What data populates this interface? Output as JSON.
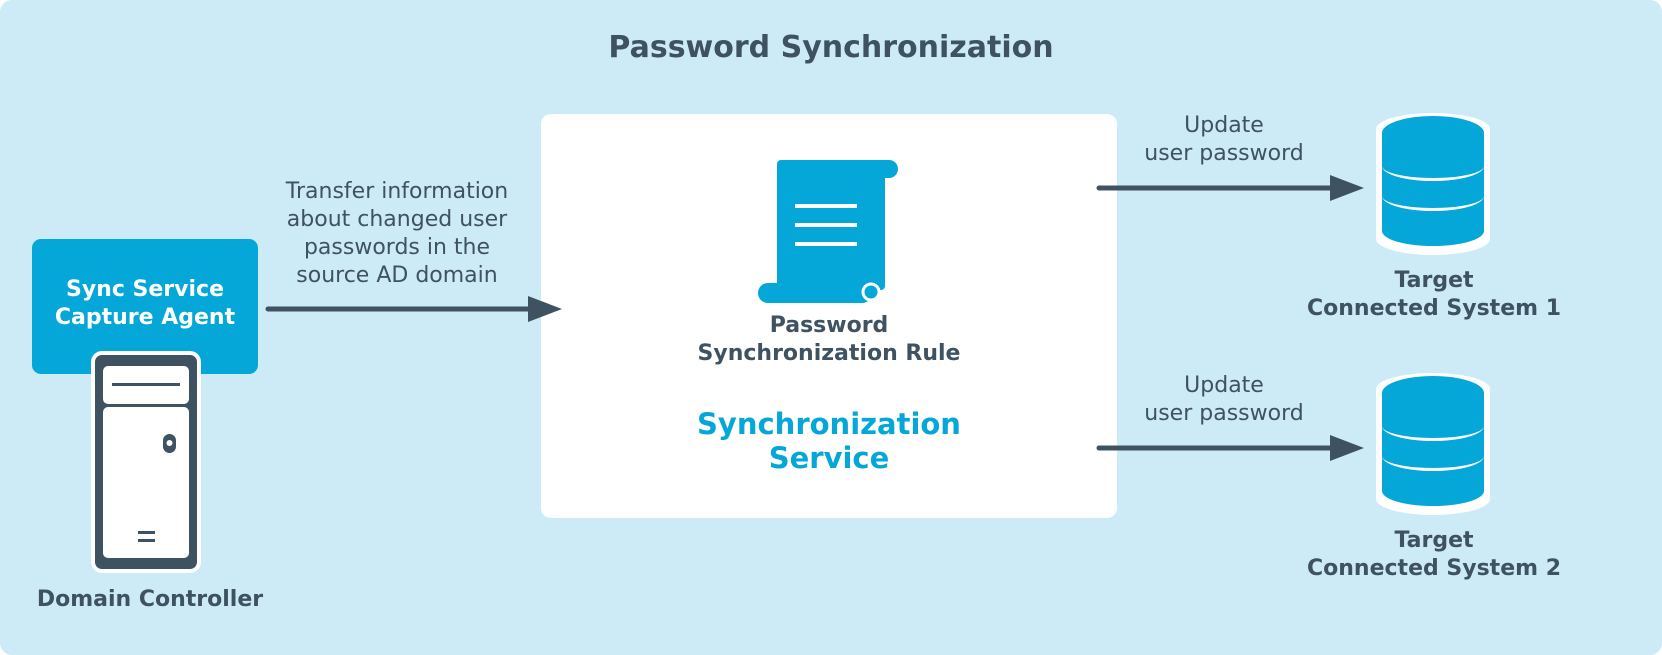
{
  "diagram": {
    "title": "Password Synchronization",
    "capture_agent": {
      "label_line1": "Sync Service",
      "label_line2": "Capture Agent"
    },
    "domain_controller": {
      "label": "Domain Controller",
      "icon": "server-tower-icon"
    },
    "transfer_note": {
      "line1": "Transfer information",
      "line2": "about changed user",
      "line3": "passwords in the",
      "line4": "source AD domain"
    },
    "sync_service": {
      "rule_line1": "Password",
      "rule_line2": "Synchronization Rule",
      "rule_icon": "scroll-document-icon",
      "name_line1": "Synchronization",
      "name_line2": "Service"
    },
    "targets": [
      {
        "update_line1": "Update",
        "update_line2": "user password",
        "label_line1": "Target",
        "label_line2": "Connected System 1",
        "icon": "database-icon"
      },
      {
        "update_line1": "Update",
        "update_line2": "user password",
        "label_line1": "Target",
        "label_line2": "Connected System 2",
        "icon": "database-icon"
      }
    ],
    "colors": {
      "background": "#cdebf6",
      "accent": "#04a7d8",
      "text": "#3f5261",
      "box": "#ffffff"
    }
  }
}
